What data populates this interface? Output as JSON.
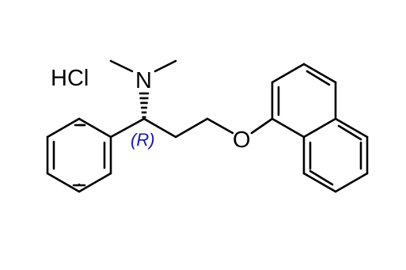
{
  "structure": {
    "salt": "HCl",
    "atoms": {
      "amine_nitrogen": "N",
      "ether_oxygen": "O"
    },
    "stereo_descriptor": {
      "text": "(R)",
      "color": "#1a1aa6"
    },
    "bond_color": "#000000"
  }
}
